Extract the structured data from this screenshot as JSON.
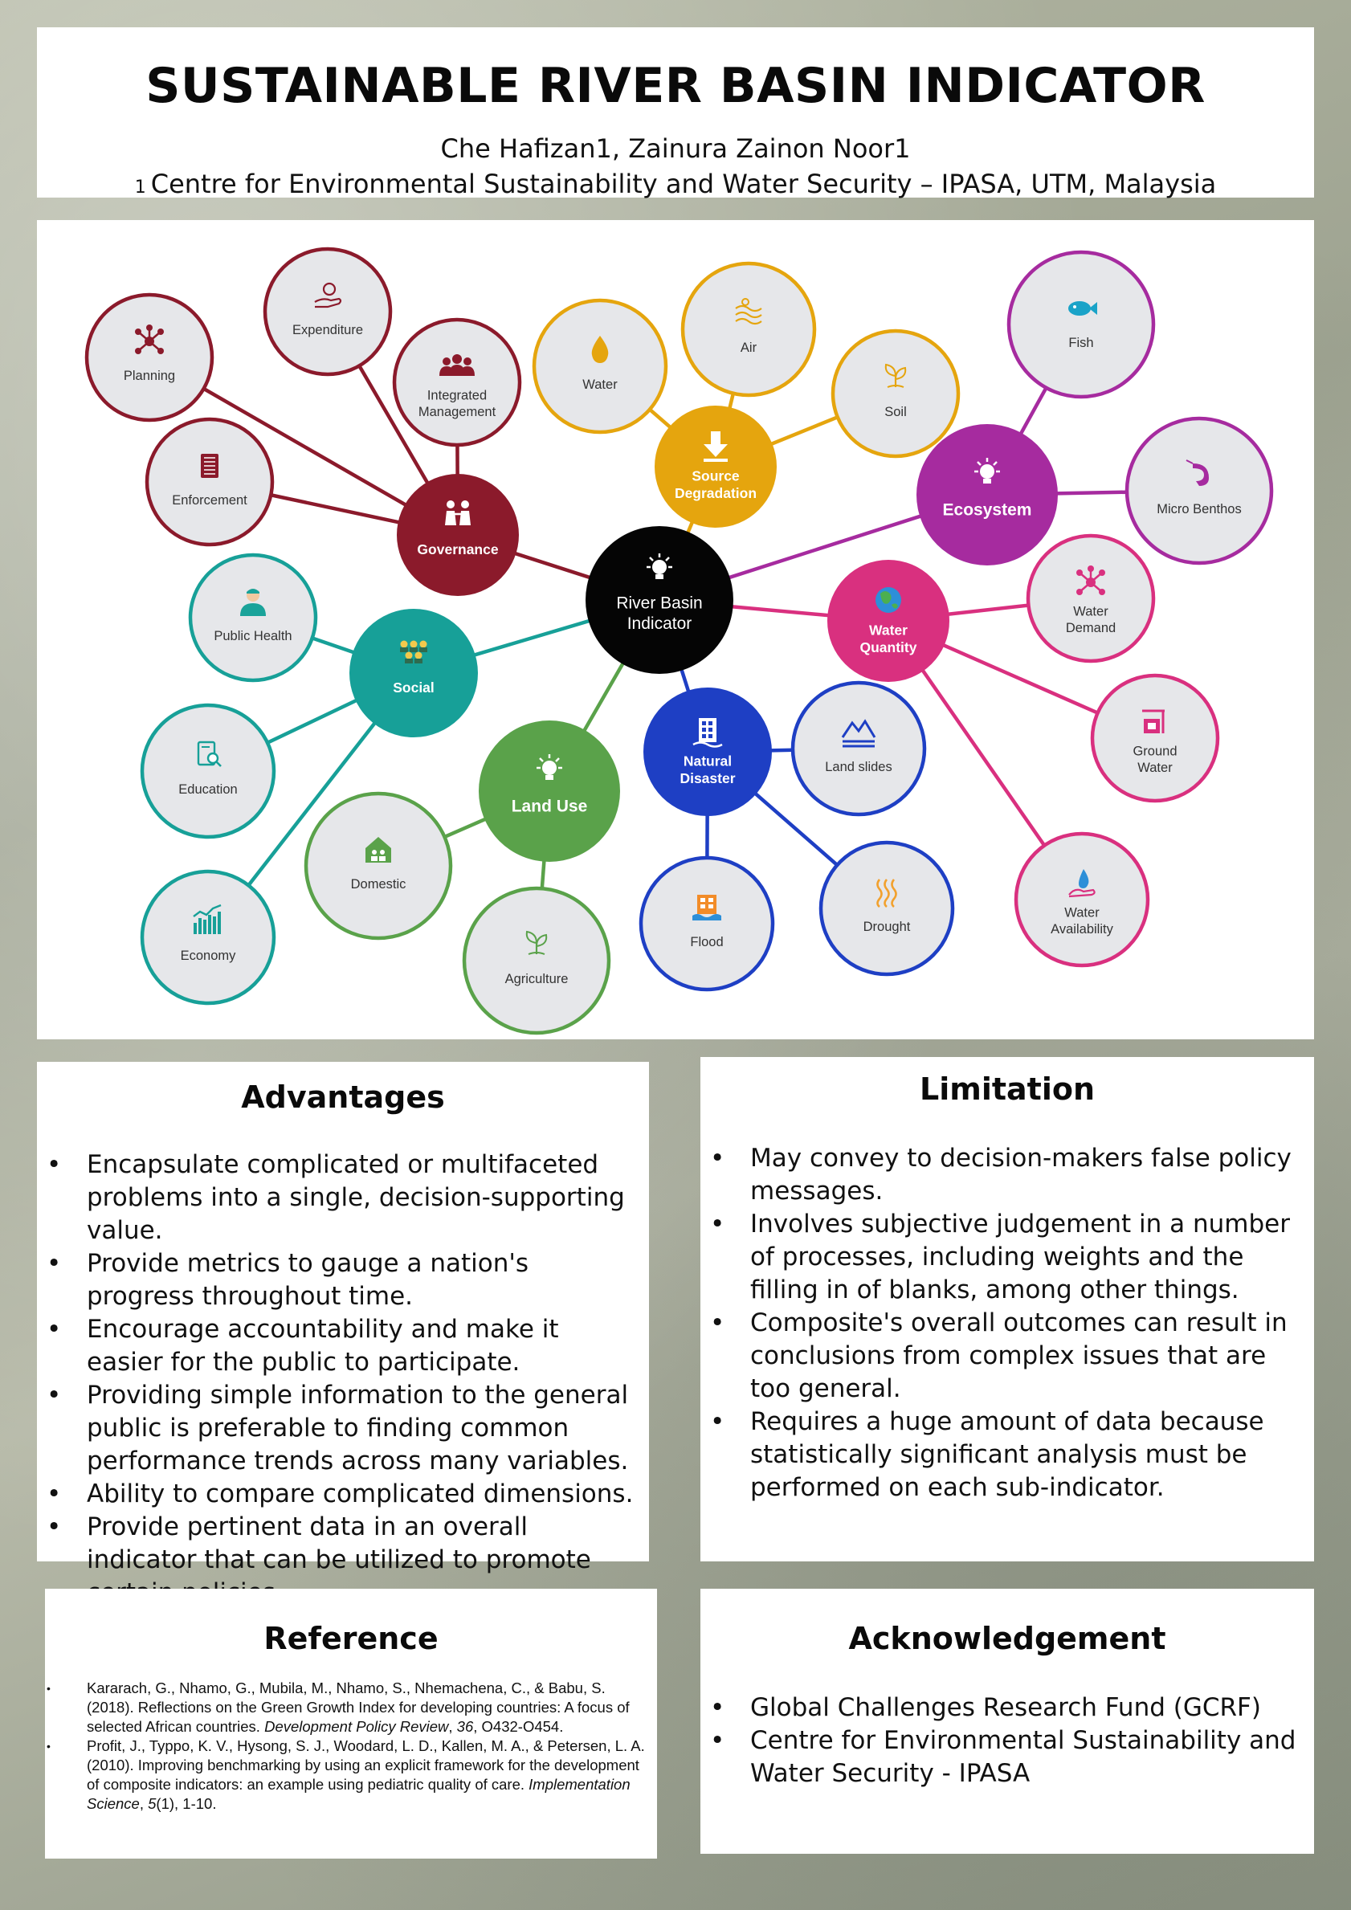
{
  "header": {
    "title": "SUSTAINABLE RIVER BASIN INDICATOR",
    "authors": "Che Hafizan1, Zainura Zainon Noor1",
    "affiliation_sup": "1",
    "affiliation": "Centre for Environmental Sustainability and Water Security – IPASA, UTM, Malaysia"
  },
  "colors": {
    "governance": "#8b1a2b",
    "source": "#e5a50e",
    "ecosystem": "#a62b9f",
    "social": "#17a098",
    "landuse": "#5aa24a",
    "disaster": "#1e3fc4",
    "quantity": "#d9307f",
    "center": "#050505",
    "node_fill": "#e6e7ea"
  },
  "diagram": {
    "center": {
      "label": "River Basin\nIndicator",
      "icon": "lightbulb-icon"
    },
    "categories": [
      {
        "id": "governance",
        "label": "Governance",
        "icon": "people-icon"
      },
      {
        "id": "source",
        "label": "Source\nDegradation",
        "icon": "arrow-down-icon"
      },
      {
        "id": "ecosystem",
        "label": "Ecosystem",
        "icon": "lightbulb-icon"
      },
      {
        "id": "social",
        "label": "Social",
        "icon": "group-icon"
      },
      {
        "id": "landuse",
        "label": "Land Use",
        "icon": "lightbulb-icon"
      },
      {
        "id": "disaster",
        "label": "Natural\nDisaster",
        "icon": "building-icon"
      },
      {
        "id": "quantity",
        "label": "Water\nQuantity",
        "icon": "globe-icon"
      }
    ],
    "subnodes": [
      {
        "cat": "governance",
        "label": "Planning",
        "icon": "network-icon"
      },
      {
        "cat": "governance",
        "label": "Expenditure",
        "icon": "money-hand-icon"
      },
      {
        "cat": "governance",
        "label": "Integrated\nManagement",
        "icon": "team-icon"
      },
      {
        "cat": "governance",
        "label": "Enforcement",
        "icon": "document-icon"
      },
      {
        "cat": "source",
        "label": "Water",
        "icon": "droplet-icon"
      },
      {
        "cat": "source",
        "label": "Air",
        "icon": "wind-icon"
      },
      {
        "cat": "source",
        "label": "Soil",
        "icon": "sprout-icon"
      },
      {
        "cat": "ecosystem",
        "label": "Fish",
        "icon": "fish-icon"
      },
      {
        "cat": "ecosystem",
        "label": "Micro Benthos",
        "icon": "shrimp-icon"
      },
      {
        "cat": "quantity",
        "label": "Water\nDemand",
        "icon": "network-icon"
      },
      {
        "cat": "quantity",
        "label": "Ground\nWater",
        "icon": "well-icon"
      },
      {
        "cat": "quantity",
        "label": "Water\nAvailability",
        "icon": "water-hand-icon"
      },
      {
        "cat": "disaster",
        "label": "Land slides",
        "icon": "mountain-icon"
      },
      {
        "cat": "disaster",
        "label": "Drought",
        "icon": "heat-icon"
      },
      {
        "cat": "disaster",
        "label": "Flood",
        "icon": "flood-icon"
      },
      {
        "cat": "landuse",
        "label": "Agriculture",
        "icon": "plant-icon"
      },
      {
        "cat": "landuse",
        "label": "Domestic",
        "icon": "house-icon"
      },
      {
        "cat": "social",
        "label": "Public Health",
        "icon": "doctor-icon"
      },
      {
        "cat": "social",
        "label": "Education",
        "icon": "book-search-icon"
      },
      {
        "cat": "social",
        "label": "Economy",
        "icon": "chart-icon"
      }
    ]
  },
  "advantages": {
    "title": "Advantages",
    "items": [
      "Encapsulate complicated or multifaceted problems into a single, decision-supporting value.",
      "Provide metrics to gauge a nation's progress throughout time.",
      "Encourage accountability and make it easier for the public to participate.",
      "Providing simple information to the general public is preferable to finding common performance trends across many variables.",
      "Ability to compare complicated dimensions.",
      "Provide pertinent data in an overall indicator that can be utilized to promote certain policies."
    ]
  },
  "limitation": {
    "title": "Limitation",
    "items": [
      "May convey to decision-makers false policy messages.",
      "Involves subjective judgement in a number of processes, including weights and the filling in of blanks, among other things.",
      "Composite's overall outcomes can result in conclusions from complex issues that are too general.",
      "Requires a huge amount of data because statistically significant analysis must be performed on each sub-indicator."
    ]
  },
  "reference": {
    "title": "Reference",
    "items": [
      {
        "text": "Kararach, G., Nhamo, G., Mubila, M., Nhamo, S., Nhemachena, C., & Babu, S. (2018). Reflections on the Green Growth Index for developing countries: A focus of selected African countries. ",
        "journal": "Development Policy Review",
        "sep": ", ",
        "volume": "36",
        "tail": ", O432-O454."
      },
      {
        "text": "Profit, J., Typpo, K. V., Hysong, S. J., Woodard, L. D., Kallen, M. A., & Petersen, L. A. (2010). Improving benchmarking by using an explicit framework for the development of composite indicators: an example using pediatric quality of care. ",
        "journal": "Implementation Science",
        "sep": ", ",
        "volume": "5",
        "tail": "(1), 1-10."
      }
    ]
  },
  "acknowledgement": {
    "title": "Acknowledgement",
    "items": [
      "Global Challenges Research Fund (GCRF)",
      "Centre for Environmental Sustainability and Water Security - IPASA"
    ]
  }
}
